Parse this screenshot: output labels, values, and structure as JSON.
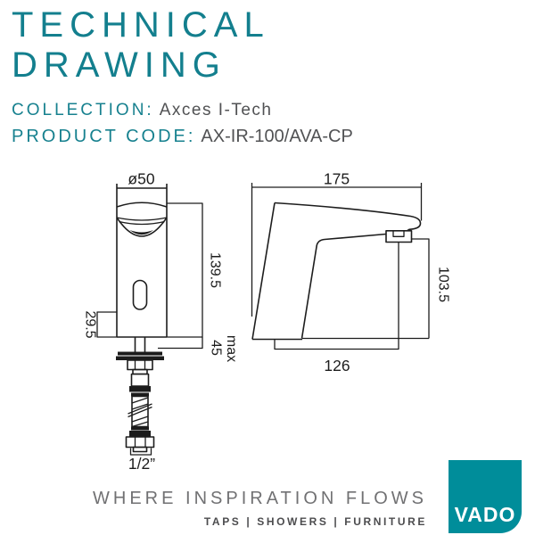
{
  "header": {
    "title_line1": "TECHNICAL",
    "title_line2": "DRAWING",
    "collection_label": "COLLECTION:",
    "collection_value": "Axces I-Tech",
    "product_code_label": "PRODUCT CODE:",
    "product_code_value": "AX-IR-100/AVA-CP",
    "accent_color": "#137F8E",
    "text_color": "#515254"
  },
  "drawing": {
    "front_view": {
      "dim_diameter": "ø50",
      "dim_height": "139.5",
      "dim_sensor_height": "29.5",
      "dim_deck_max": "45",
      "dim_deck_suffix": "max",
      "dim_connector": "1/2”"
    },
    "side_view": {
      "dim_length": "175",
      "dim_spout_height": "103.5",
      "dim_reach": "126"
    }
  },
  "footer": {
    "tagline": "WHERE INSPIRATION FLOWS",
    "categories": "TAPS | SHOWERS | FURNITURE",
    "logo_text": "VADO",
    "logo_color": "#008D9A"
  }
}
